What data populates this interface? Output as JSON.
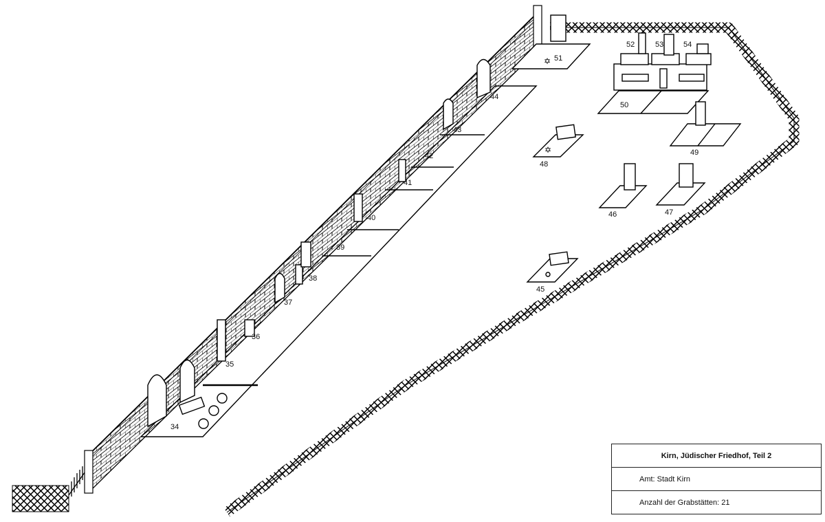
{
  "legend": {
    "title": "Kirn, Jüdischer Friedhof, Teil 2",
    "office": "Amt: Stadt Kirn",
    "count": "Anzahl der Grabstätten: 21"
  },
  "graves": [
    {
      "id": "34",
      "label": "34"
    },
    {
      "id": "35",
      "label": "35"
    },
    {
      "id": "36",
      "label": "36"
    },
    {
      "id": "37",
      "label": "37"
    },
    {
      "id": "38",
      "label": "38"
    },
    {
      "id": "39",
      "label": "39"
    },
    {
      "id": "40",
      "label": "40"
    },
    {
      "id": "41",
      "label": "41"
    },
    {
      "id": "42",
      "label": "42"
    },
    {
      "id": "43",
      "label": "43"
    },
    {
      "id": "44",
      "label": "44"
    },
    {
      "id": "45",
      "label": "45"
    },
    {
      "id": "46",
      "label": "46"
    },
    {
      "id": "47",
      "label": "47"
    },
    {
      "id": "48",
      "label": "48"
    },
    {
      "id": "49",
      "label": "49"
    },
    {
      "id": "50",
      "label": "50"
    },
    {
      "id": "51",
      "label": "51"
    },
    {
      "id": "52",
      "label": "52"
    },
    {
      "id": "53",
      "label": "53"
    },
    {
      "id": "54",
      "label": "54"
    }
  ]
}
